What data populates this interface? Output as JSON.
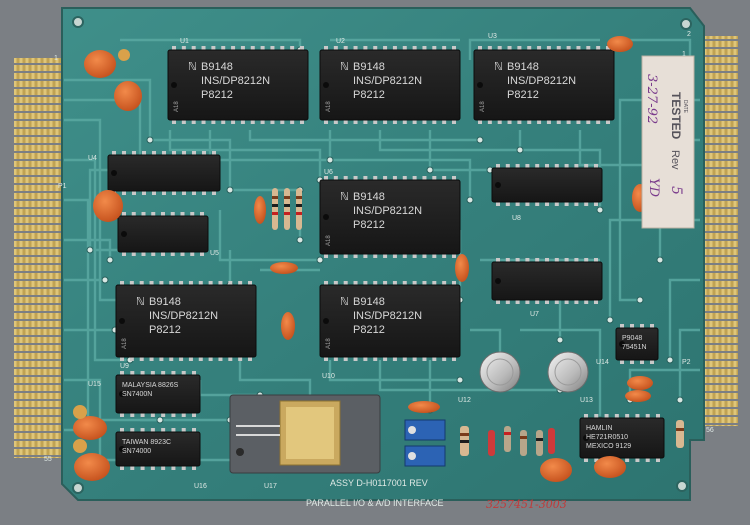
{
  "board": {
    "assy_label": "ASSY D-H0117001  REV",
    "interface_label": "PARALLEL I/O & A/D INTERFACE",
    "handwritten_serial": "3257451-3003",
    "edge_pin_left": "55",
    "edge_pin_right": "56",
    "pin_1_left": "1",
    "pin_1_right": "1",
    "pin_2_right": "2"
  },
  "tested_sticker": {
    "title": "TESTED",
    "date_label": "DATE",
    "date_value": "3-27-92",
    "rev_label": "Rev",
    "rev_value": "5",
    "initials": "YD"
  },
  "ref_designators": {
    "u1": "U1",
    "u2": "U2",
    "u3": "U3",
    "u4": "U4",
    "u5": "U5",
    "u6": "U6",
    "u7": "U7",
    "u8": "U8",
    "u9": "U9",
    "u10": "U10",
    "u12": "U12",
    "u13": "U13",
    "u14": "U14",
    "u15": "U15",
    "u16": "U16",
    "u17": "U17",
    "p1": "P1",
    "p2": "P2"
  },
  "ic_labels": {
    "dp8212_line1": "B9148",
    "dp8212_line2": "INS/DP8212N",
    "dp8212_line3": "P8212",
    "dp8212_side": "A18",
    "sn7400_line1": "MALAYSIA 8826S",
    "sn7400_line2": "SN7400N",
    "u16_line1": "TAIWAN 8923C",
    "u16_line2": "SN74000",
    "u14_line1": "P9048",
    "u14_line2": "75451N",
    "hamlin_line1": "HAMLIN",
    "hamlin_line2": "HE721R0510",
    "hamlin_line3": "MEXICO 9129"
  }
}
